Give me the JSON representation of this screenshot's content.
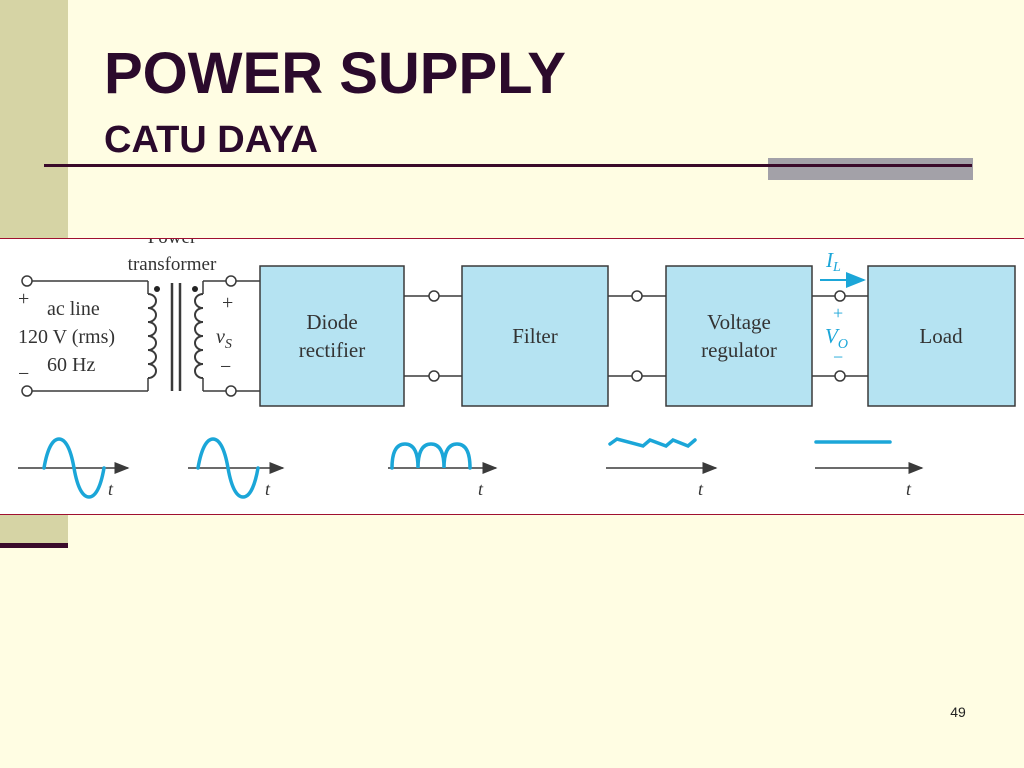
{
  "slide": {
    "title": "POWER SUPPLY",
    "subtitle": "CATU DAYA",
    "page_number": "49"
  },
  "diagram": {
    "input": {
      "plus": "+",
      "label_line1": "ac line",
      "label_line2": "120 V (rms)",
      "label_line3": "60 Hz",
      "minus": "−"
    },
    "transformer": {
      "label_line1": "Power",
      "label_line2": "transformer",
      "secondary_plus": "+",
      "secondary_voltage": "v",
      "secondary_voltage_sub": "S",
      "secondary_minus": "−"
    },
    "blocks": [
      {
        "line1": "Diode",
        "line2": "rectifier"
      },
      {
        "line1": "Filter",
        "line2": ""
      },
      {
        "line1": "Voltage",
        "line2": "regulator"
      },
      {
        "line1": "Load",
        "line2": ""
      }
    ],
    "output": {
      "current_label": "I",
      "current_sub": "L",
      "plus": "+",
      "voltage_label": "V",
      "voltage_sub": "O",
      "minus": "−"
    },
    "time_axis_label": "t",
    "colors": {
      "block_fill": "#B5E3F2",
      "waveform": "#1BA6D8",
      "line": "#3A3A3A"
    }
  }
}
